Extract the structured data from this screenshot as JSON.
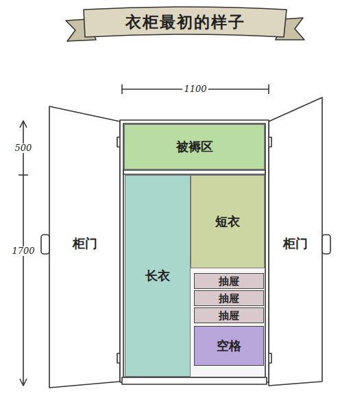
{
  "diagram": {
    "title": "衣柜最初的样子",
    "nodes": [
      {
        "text": [
          "柜门"
        ]
      },
      {
        "text": [
          "被褥区"
        ]
      },
      {
        "text": [
          "长衣"
        ]
      },
      {
        "text": [
          "短衣"
        ]
      },
      {
        "text": [
          "抽屉"
        ]
      },
      {
        "text": [
          "抽屉"
        ]
      },
      {
        "text": [
          "抽屉"
        ]
      },
      {
        "text": [
          "空格"
        ]
      },
      {
        "text": [
          "柜门"
        ]
      }
    ],
    "labels": [
      "1100",
      "500",
      "1700"
    ]
  }
}
